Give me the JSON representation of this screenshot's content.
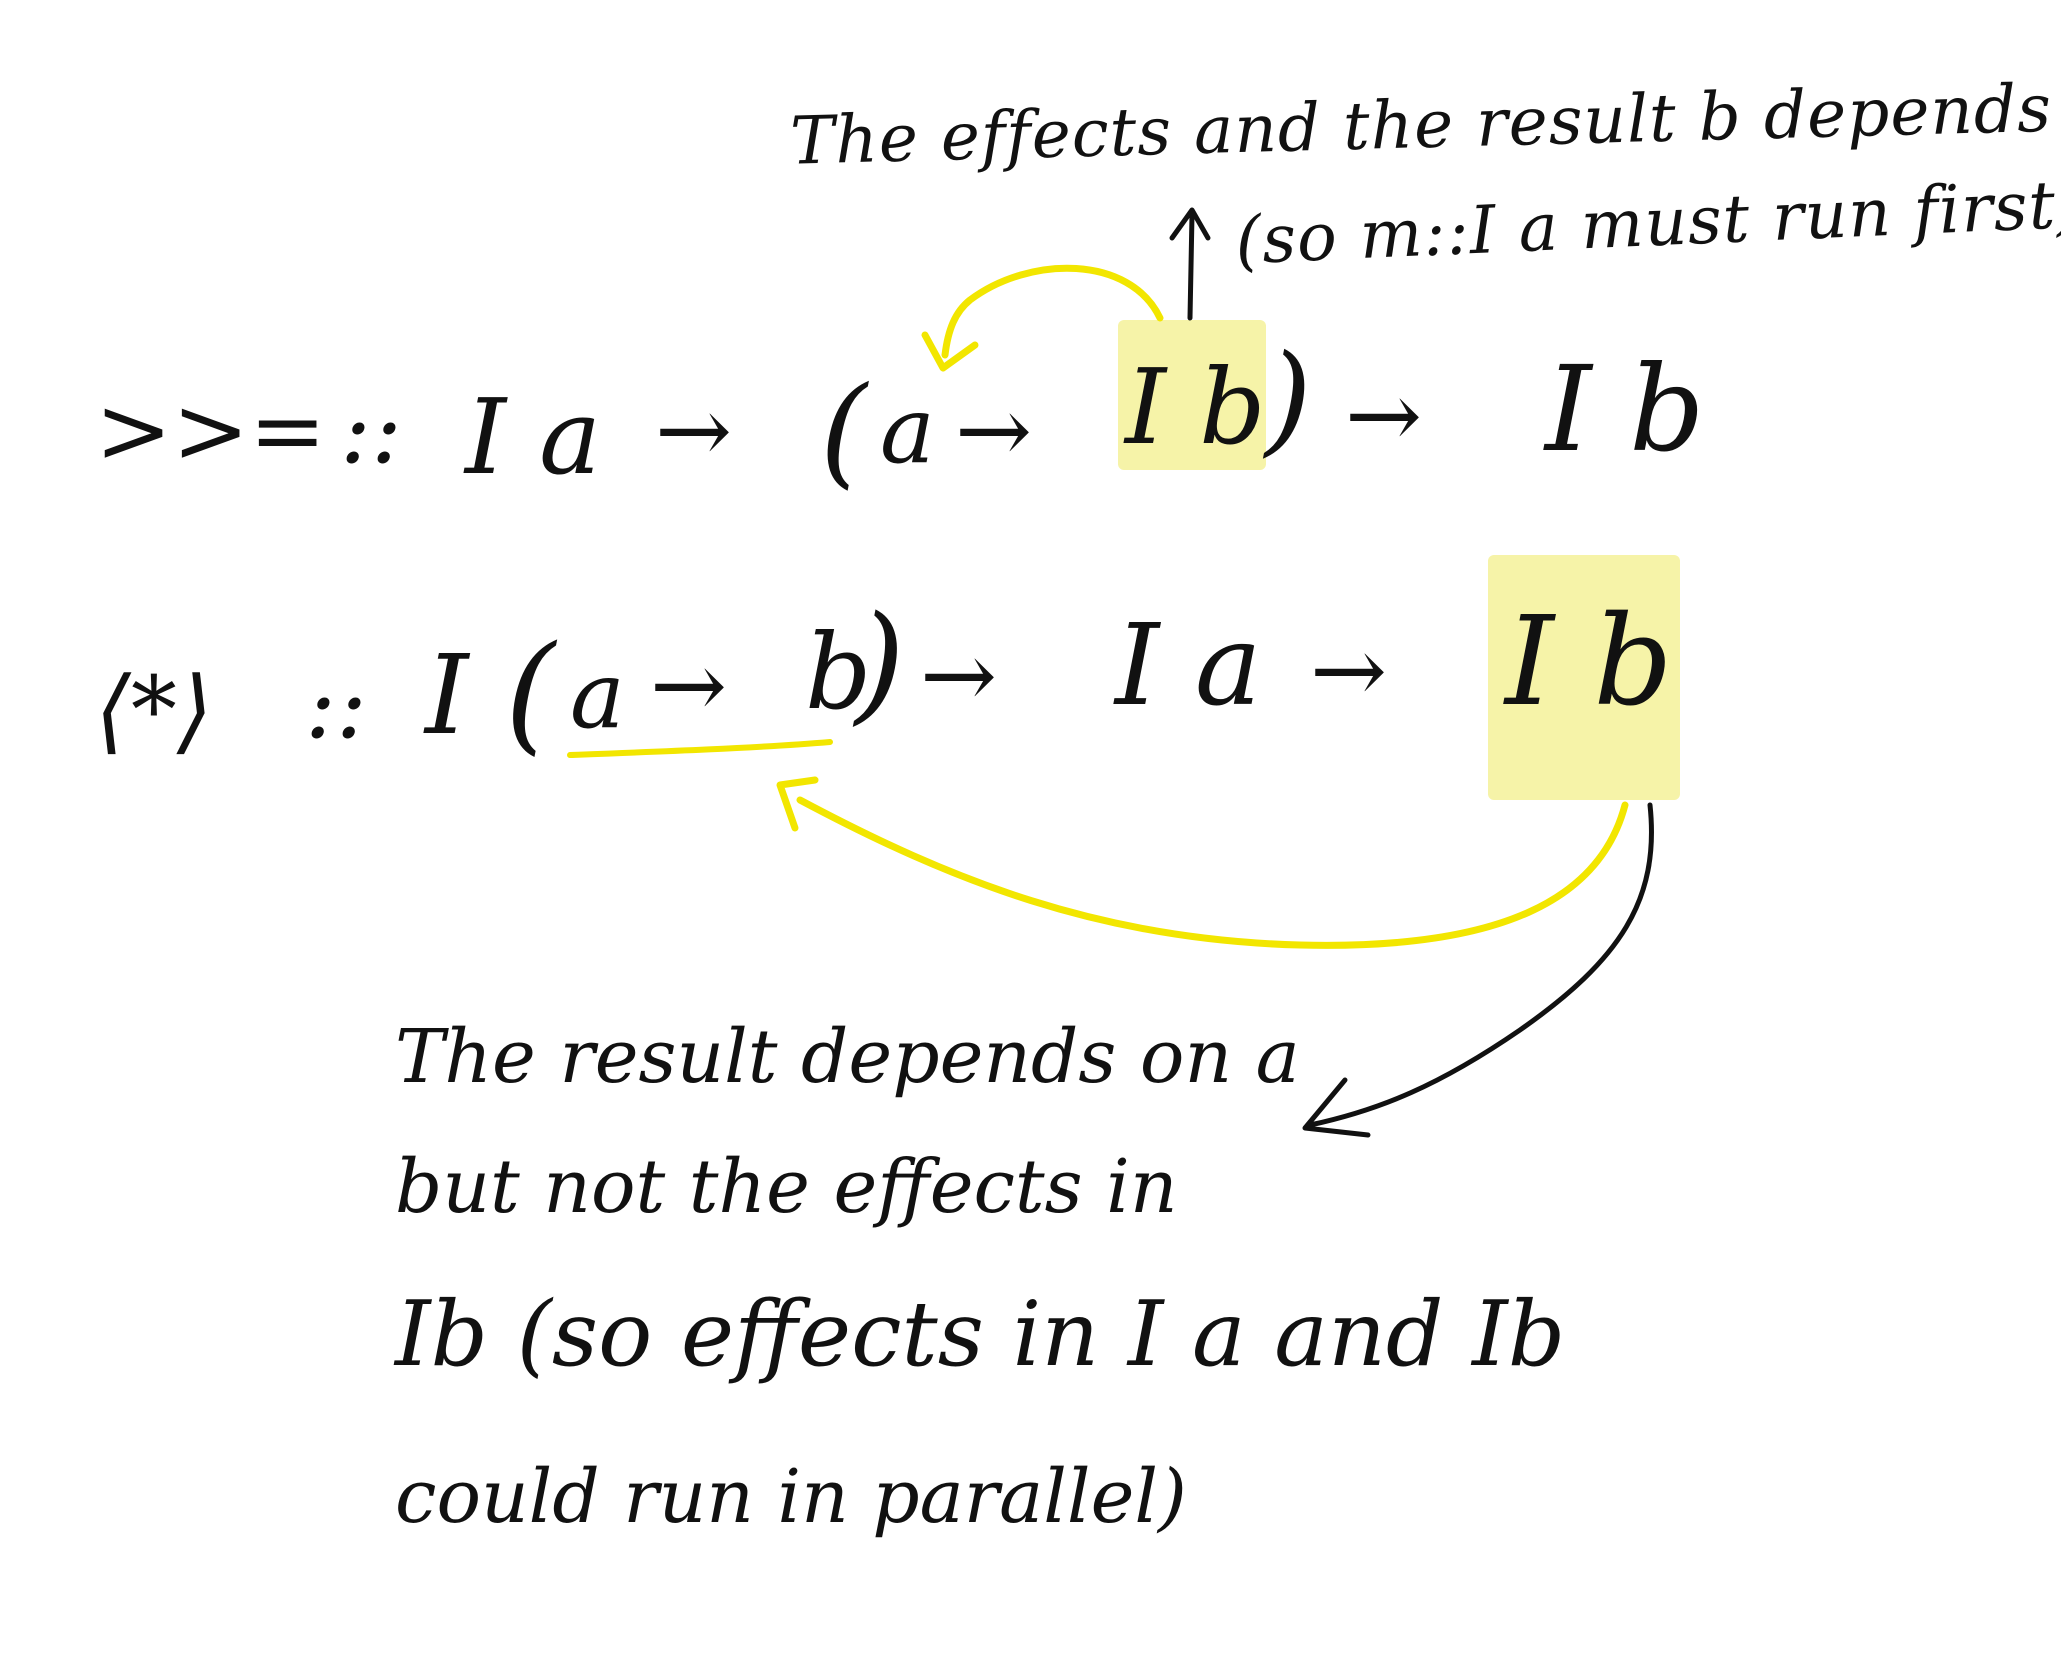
{
  "annotation_top": {
    "line1": "The effects and the result b depends on a",
    "line2": "(so m::I a must run first)"
  },
  "bind_signature": {
    "operator": ">>=",
    "colons": "::",
    "type_I_a": "I a",
    "arrow1": "→",
    "lparen": "(",
    "type_a": "a",
    "arrow2": "→",
    "type_I_b_hl": "I b",
    "rparen": ")",
    "arrow3": "→",
    "type_I_b": "I b"
  },
  "ap_signature": {
    "operator": "⟨*⟩",
    "colons": "::",
    "type_I": "I",
    "lparen": "(",
    "type_a": "a",
    "arrow1": "→",
    "type_b": "b",
    "rparen": ")",
    "arrow2": "→",
    "type_I_a": "I a",
    "arrow3": "→",
    "type_I_b_hl": "I b"
  },
  "annotation_bottom": {
    "line1": "The result depends on a",
    "line2": "but not the effects in",
    "line3": "Ib (so effects in I a and Ib",
    "line4": "could run in parallel)"
  },
  "colors": {
    "ink": "#111111",
    "highlight": "#f6f3a8",
    "accent_yellow": "#f2e600"
  }
}
